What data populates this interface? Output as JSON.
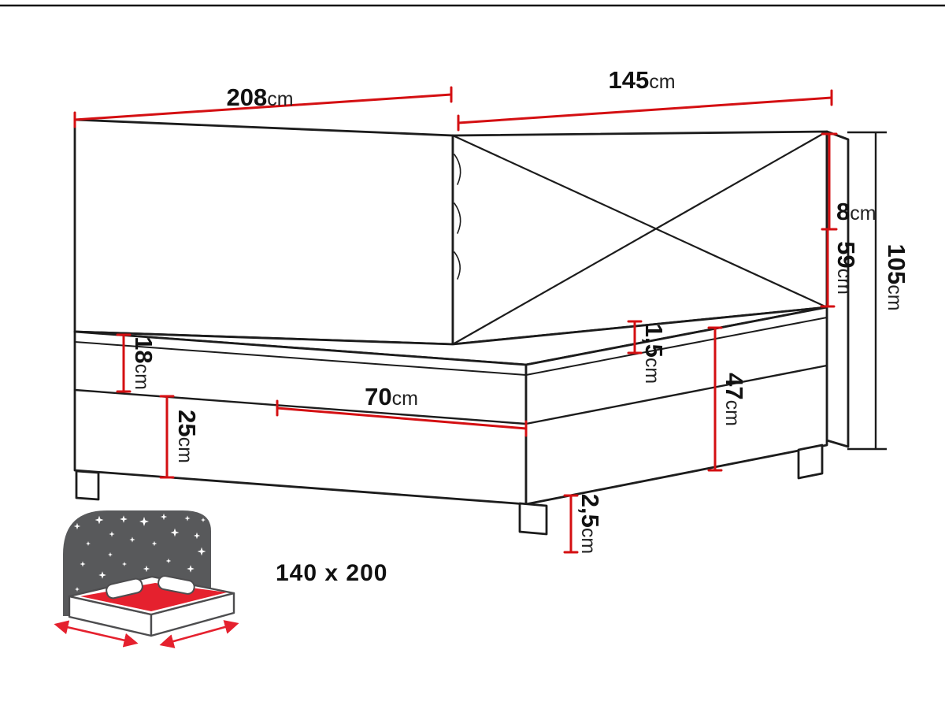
{
  "colors": {
    "outline": "#1c1c1c",
    "dimension_red": "#d40f12",
    "sky_gray": "#58595b",
    "blanket_red": "#e5212e",
    "legend_text": "#8a8a8a",
    "background": "#ffffff"
  },
  "diagram": {
    "labels": {
      "width_total": {
        "value": "208",
        "unit": "cm"
      },
      "headboard_width": {
        "value": "145",
        "unit": "cm"
      },
      "headboard_top_depth": {
        "value": "8",
        "unit": "cm"
      },
      "headboard_height_above_base": {
        "value": "59",
        "unit": "cm"
      },
      "total_height": {
        "value": "105",
        "unit": "cm"
      },
      "mattress_height": {
        "value": "18",
        "unit": "cm"
      },
      "base_height": {
        "value": "25",
        "unit": "cm"
      },
      "front_seam_length": {
        "value": "70",
        "unit": "cm"
      },
      "topper_height": {
        "value": "1,5",
        "unit": "cm"
      },
      "side_height": {
        "value": "47",
        "unit": "cm"
      },
      "leg_height": {
        "value": "2,5",
        "unit": "cm"
      }
    }
  },
  "legend": {
    "size_label": "140 x 200"
  }
}
